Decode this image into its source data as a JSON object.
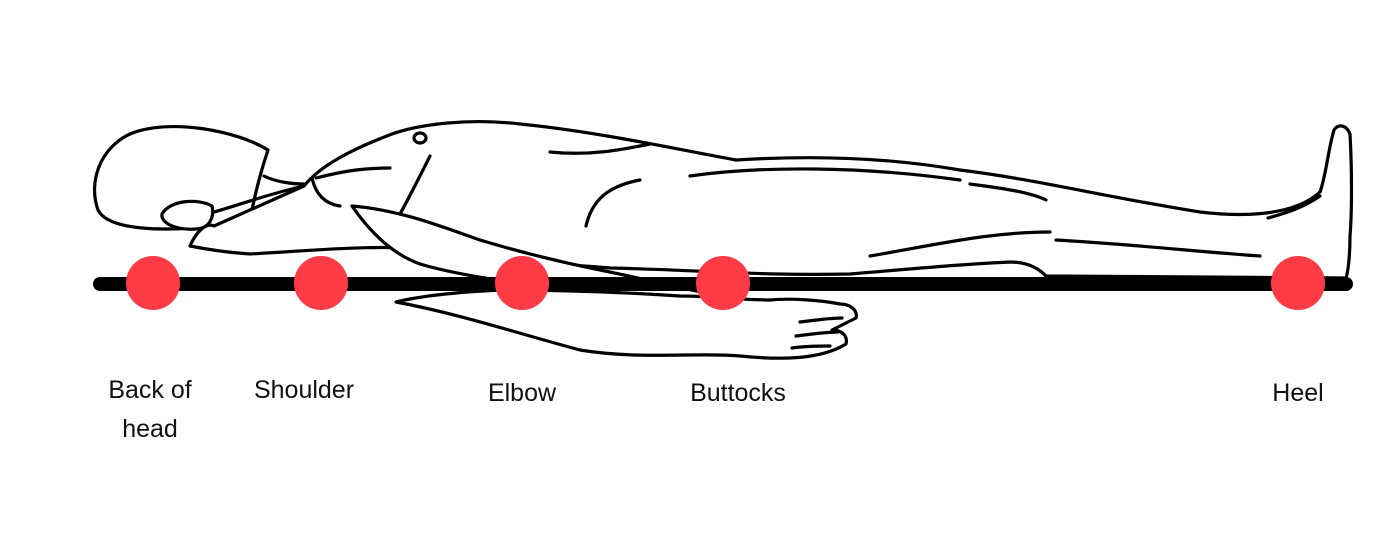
{
  "colors": {
    "background": "#ffffff",
    "surface_line": "#000000",
    "pressure_point": "#ff3b46",
    "figure_stroke": "#000000",
    "label_text": "#111111"
  },
  "figure": {
    "icon": "supine-person-lineart-icon",
    "posture": "lying on back"
  },
  "pressure_points": [
    {
      "id": "back-of-head",
      "label": "Back of\nhead"
    },
    {
      "id": "shoulder",
      "label": "Shoulder"
    },
    {
      "id": "elbow",
      "label": "Elbow"
    },
    {
      "id": "buttocks",
      "label": "Buttocks"
    },
    {
      "id": "heel",
      "label": "Heel"
    }
  ]
}
